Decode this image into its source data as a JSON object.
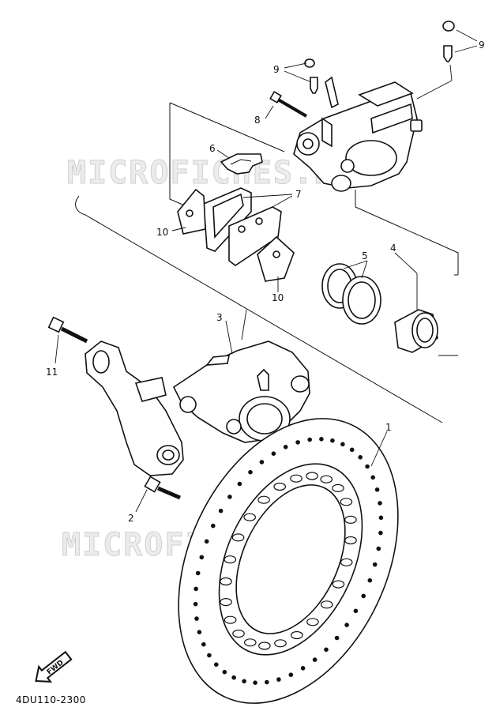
{
  "diagram": {
    "code": "4DU110-2300",
    "front_label": "FWD",
    "watermarks": [
      "MICROFICHES.NET",
      "MICROFICHES.NET"
    ],
    "callouts": [
      "1",
      "2",
      "3",
      "4",
      "5",
      "6",
      "7",
      "8",
      "9",
      "9",
      "10",
      "10",
      "11"
    ]
  }
}
